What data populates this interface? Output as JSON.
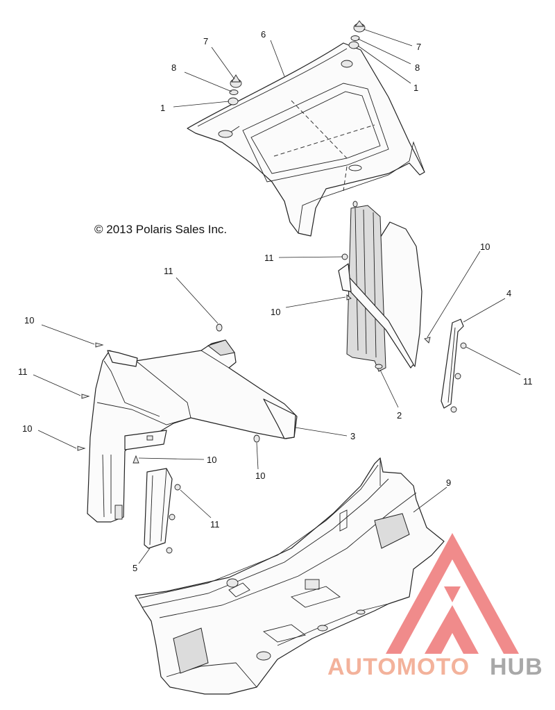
{
  "copyright": "© 2013 Polaris Sales Inc.",
  "callouts": [
    {
      "id": "c7a",
      "text": "7"
    },
    {
      "id": "c8a",
      "text": "8"
    },
    {
      "id": "c1a",
      "text": "1"
    },
    {
      "id": "c6",
      "text": "6"
    },
    {
      "id": "c7b",
      "text": "7"
    },
    {
      "id": "c8b",
      "text": "8"
    },
    {
      "id": "c1b",
      "text": "1"
    },
    {
      "id": "c11a",
      "text": "11"
    },
    {
      "id": "c10a",
      "text": "10"
    },
    {
      "id": "c10b",
      "text": "10"
    },
    {
      "id": "c4",
      "text": "4"
    },
    {
      "id": "c11b",
      "text": "11"
    },
    {
      "id": "c2",
      "text": "2"
    },
    {
      "id": "c11c",
      "text": "11"
    },
    {
      "id": "c10c",
      "text": "10"
    },
    {
      "id": "c11d",
      "text": "11"
    },
    {
      "id": "c10d",
      "text": "10"
    },
    {
      "id": "c3",
      "text": "3"
    },
    {
      "id": "c10e",
      "text": "10"
    },
    {
      "id": "c10f",
      "text": "10"
    },
    {
      "id": "c11e",
      "text": "11"
    },
    {
      "id": "c5",
      "text": "5"
    },
    {
      "id": "c9",
      "text": "9"
    }
  ],
  "watermark": {
    "part1": "AUTOMOTO",
    "part2": "HUB",
    "color1": "#f2a58a",
    "color2": "#9a9a9a",
    "triangle_color": "#e84a4a"
  }
}
